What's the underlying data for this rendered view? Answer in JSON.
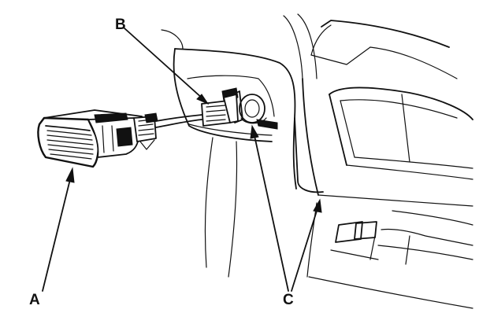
{
  "callouts": {
    "a": "A",
    "b": "B",
    "c": "C"
  },
  "colors": {
    "ink": "#111111",
    "background": "#ffffff"
  }
}
